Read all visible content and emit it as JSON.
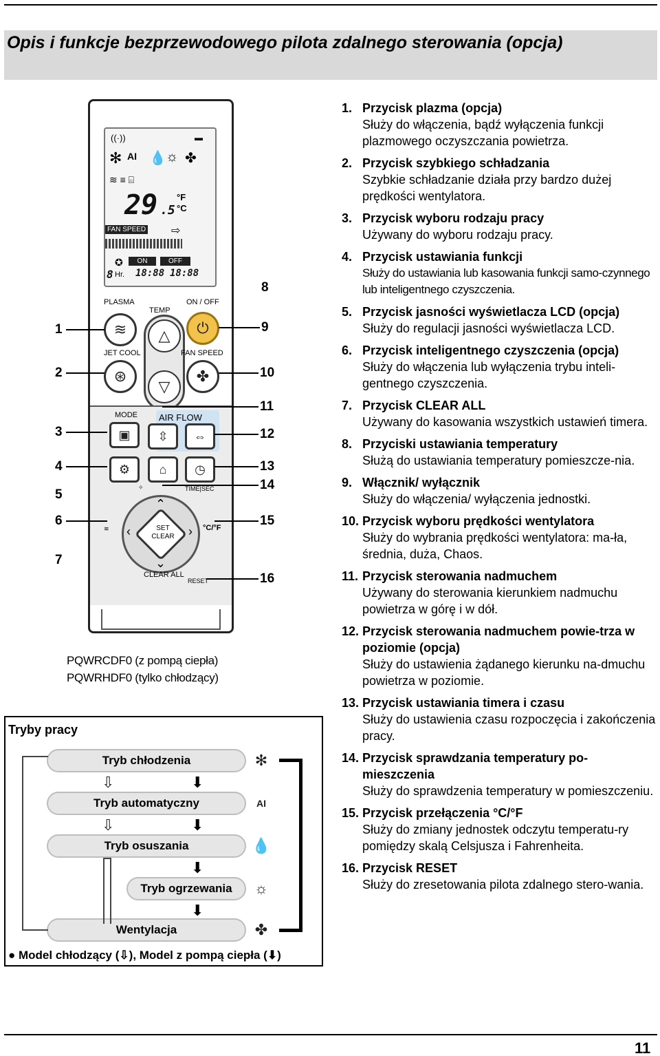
{
  "header": {
    "title": "Opis i funkcje bezprzewodowego pilota zdalnego sterowania (opcja)"
  },
  "remote": {
    "lcd_temp": "29",
    "lcd_temp_decimal": ".5",
    "lcd_unit_f": "°F",
    "lcd_unit_c": "°C",
    "lcd_fan_speed": "FAN SPEED",
    "lcd_on": "ON",
    "lcd_off": "OFF",
    "lcd_hr": "Hr.",
    "lcd_time": "18:88",
    "lcd_hours": "8",
    "label_plasma": "PLASMA",
    "label_temp": "TEMP",
    "label_on_off": "ON / OFF",
    "label_jet_cool": "JET COOL",
    "label_fan_speed": "FAN SPEED",
    "label_mode": "MODE",
    "label_air_flow": "AIR FLOW",
    "label_time_sec": "TIME|SEC",
    "label_set": "SET",
    "label_clear": "CLEAR",
    "label_clear_all": "CLEAR ALL",
    "label_reset": "RESET",
    "label_cf": "°C/°F",
    "callouts_left": [
      "1",
      "2",
      "3",
      "4",
      "5",
      "6",
      "7"
    ],
    "callouts_right": [
      "8",
      "9",
      "10",
      "11",
      "12",
      "13",
      "14",
      "15",
      "16"
    ]
  },
  "models": {
    "line1": "PQWRCDF0 (z pompą ciepła)",
    "line2": "PQWRHDF0 (tylko chłodzący)"
  },
  "modes": {
    "title": "Tryby pracy",
    "items": [
      "Tryb chłodzenia",
      "Tryb automatyczny",
      "Tryb osuszania",
      "Tryb ogrzewania",
      "Wentylacja"
    ],
    "footer_prefix": "● Model chłodzący (",
    "footer_mid": "), Model z pompą ciepła (",
    "footer_suffix": ")"
  },
  "functions": [
    {
      "n": "1.",
      "title": "Przycisk plazma (opcja)",
      "desc": "Służy do włączenia, bądź wyłączenia funkcji plazmowego oczyszczania powietrza."
    },
    {
      "n": "2.",
      "title": "Przycisk szybkiego schładzania",
      "desc": "Szybkie schładzanie działa przy bardzo dużej prędkości wentylatora."
    },
    {
      "n": "3.",
      "title": "Przycisk wyboru rodzaju pracy",
      "desc": "Używany do wyboru rodzaju pracy."
    },
    {
      "n": "4.",
      "title": "Przycisk ustawiania funkcji",
      "desc": "Służy do ustawiania lub kasowania funkcji samo-czynnego lub inteligentnego czyszczenia."
    },
    {
      "n": "5.",
      "title": "Przycisk jasności wyświetlacza LCD (opcja)",
      "desc": "Służy do regulacji jasności wyświetlacza LCD."
    },
    {
      "n": "6.",
      "title": "Przycisk inteligentnego czyszczenia (opcja)",
      "desc": "Służy do włączenia lub wyłączenia trybu inteli-gentnego czyszczenia."
    },
    {
      "n": "7.",
      "title": "Przycisk CLEAR ALL",
      "desc": "Używany do kasowania wszystkich ustawień timera."
    },
    {
      "n": "8.",
      "title": "Przyciski ustawiania temperatury",
      "desc": "Służą do ustawiania temperatury pomieszcze-nia."
    },
    {
      "n": "9.",
      "title": "Włącznik/ wyłącznik",
      "desc": "Służy do włączenia/ wyłączenia jednostki."
    },
    {
      "n": "10.",
      "title": "Przycisk wyboru prędkości wentylatora",
      "desc": "Służy do wybrania prędkości wentylatora: ma-ła, średnia, duża, Chaos."
    },
    {
      "n": "11.",
      "title": "Przycisk sterowania nadmuchem",
      "desc": "Używany do sterowania kierunkiem nadmuchu powietrza w górę i w dół."
    },
    {
      "n": "12.",
      "title": "Przycisk sterowania nadmuchem powie-trza w poziomie (opcja)",
      "desc": "Służy do ustawienia żądanego kierunku na-dmuchu powietrza w poziomie."
    },
    {
      "n": "13.",
      "title": "Przycisk ustawiania timera i czasu",
      "desc": "Służy do ustawienia czasu rozpoczęcia i zakończenia pracy."
    },
    {
      "n": "14.",
      "title": "Przycisk sprawdzania temperatury po-mieszczenia",
      "desc": "Służy do sprawdzenia temperatury w pomieszczeniu."
    },
    {
      "n": "15.",
      "title": "Przycisk przełączenia °C/°F",
      "desc": "Służy do zmiany jednostek odczytu temperatu-ry pomiędzy skalą Celsjusza i Fahrenheita."
    },
    {
      "n": "16.",
      "title": "Przycisk RESET",
      "desc": "Służy do zresetowania pilota zdalnego stero-wania."
    }
  ],
  "footer": {
    "page_number": "11"
  }
}
